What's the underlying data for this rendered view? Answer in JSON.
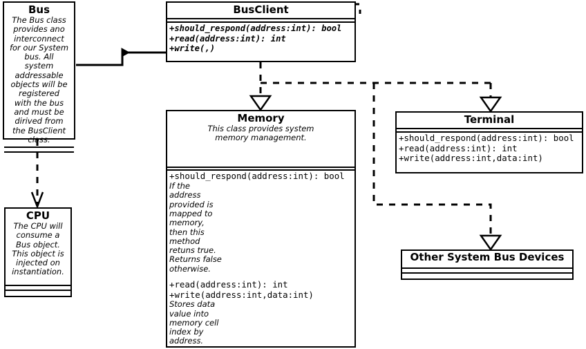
{
  "diagram": {
    "type": "uml-class-diagram",
    "classes": [
      {
        "id": "bus",
        "name": "Bus",
        "doc": "The Bus class provides ano interconnect for our System bus. All system addressable objects will be registered with the bus and must be dirived from the BusClient class.",
        "operations": []
      },
      {
        "id": "cpu",
        "name": "CPU",
        "doc": "The CPU will consume a Bus object. This object is injected on instantiation.",
        "operations": []
      },
      {
        "id": "busclient",
        "name": "BusClient",
        "doc": "",
        "operations": [
          {
            "sig": "+should_respond(address:int): bool",
            "abstract": true,
            "doc": ""
          },
          {
            "sig": "+read(address:int): int",
            "abstract": true,
            "doc": ""
          },
          {
            "sig": "+write(,)",
            "abstract": true,
            "doc": ""
          }
        ]
      },
      {
        "id": "memory",
        "name": "Memory",
        "doc": "This class provides system memory management.",
        "operations": [
          {
            "sig": "+should_respond(address:int): bool",
            "abstract": false,
            "doc": "If the address provided is mapped to memory, then this method retuns true. Returns false otherwise."
          },
          {
            "sig": "+read(address:int): int",
            "abstract": false,
            "doc": ""
          },
          {
            "sig": "+write(address:int,data:int)",
            "abstract": false,
            "doc": "Stores data value into memory cell index by address."
          }
        ]
      },
      {
        "id": "terminal",
        "name": "Terminal",
        "doc": "",
        "operations": [
          {
            "sig": "+should_respond(address:int): bool",
            "abstract": false,
            "doc": ""
          },
          {
            "sig": "+read(address:int): int",
            "abstract": false,
            "doc": ""
          },
          {
            "sig": "+write(address:int,data:int)",
            "abstract": false,
            "doc": ""
          }
        ]
      },
      {
        "id": "other",
        "name": "Other System Bus Devices",
        "doc": "",
        "operations": []
      }
    ],
    "relationships": [
      {
        "from": "bus",
        "to": "busclient",
        "kind": "association",
        "arrow": "solid-filled"
      },
      {
        "from": "cpu",
        "to": "bus",
        "kind": "dependency",
        "arrow": "open-v"
      },
      {
        "from": "memory",
        "to": "busclient",
        "kind": "realization",
        "arrow": "hollow-triangle"
      },
      {
        "from": "terminal",
        "to": "busclient",
        "kind": "realization",
        "arrow": "hollow-triangle"
      },
      {
        "from": "other",
        "to": "busclient",
        "kind": "realization",
        "arrow": "hollow-triangle"
      }
    ],
    "colors": {
      "line": "#000000",
      "background": "#ffffff",
      "text": "#000000"
    }
  }
}
